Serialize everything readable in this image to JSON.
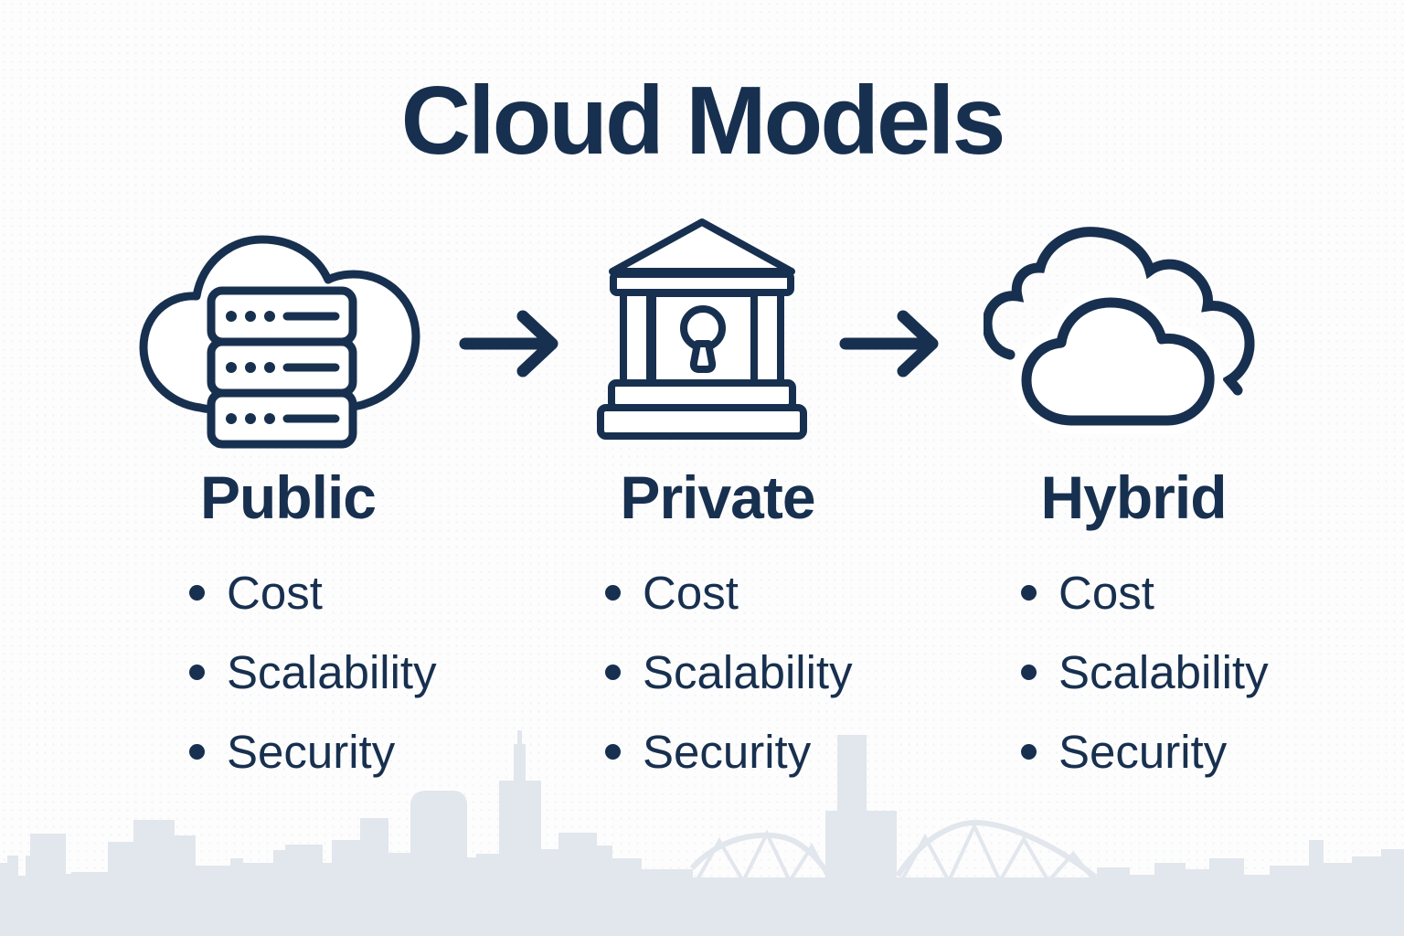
{
  "title": "Cloud Models",
  "columns": [
    {
      "label": "Public",
      "icon": "cloud-server-icon",
      "items": [
        "Cost",
        "Scalability",
        "Security"
      ]
    },
    {
      "label": "Private",
      "icon": "bank-lock-icon",
      "items": [
        "Cost",
        "Scalability",
        "Security"
      ]
    },
    {
      "label": "Hybrid",
      "icon": "dual-cloud-icon",
      "items": [
        "Cost",
        "Scalability",
        "Security"
      ]
    }
  ],
  "colors": {
    "ink": "#18304f",
    "skyline": "#e2e6ed",
    "background": "#fdfdfd"
  }
}
